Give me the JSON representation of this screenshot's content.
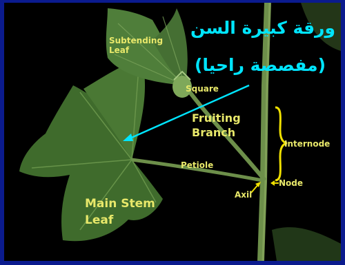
{
  "labels": {
    "subtending_leaf": "Subtending Leaf",
    "square": "Square",
    "fruiting_branch": "Fruiting Branch",
    "internode": "Internode",
    "petiole": "Petiole",
    "node": "Node",
    "axil": "Axil",
    "main_stem_leaf": "Main Stem Leaf"
  },
  "arabic_caption": {
    "line1": "ورقة كبيرة السن",
    "line2": "(مفصصة راحيا)"
  },
  "colors": {
    "frame": "#0b1b8e",
    "label": "#e8e86a",
    "caption": "#00e5ff",
    "arrow": "#00e5ff",
    "leaf": "#3f6b2c",
    "stem": "#6d8f4a"
  }
}
